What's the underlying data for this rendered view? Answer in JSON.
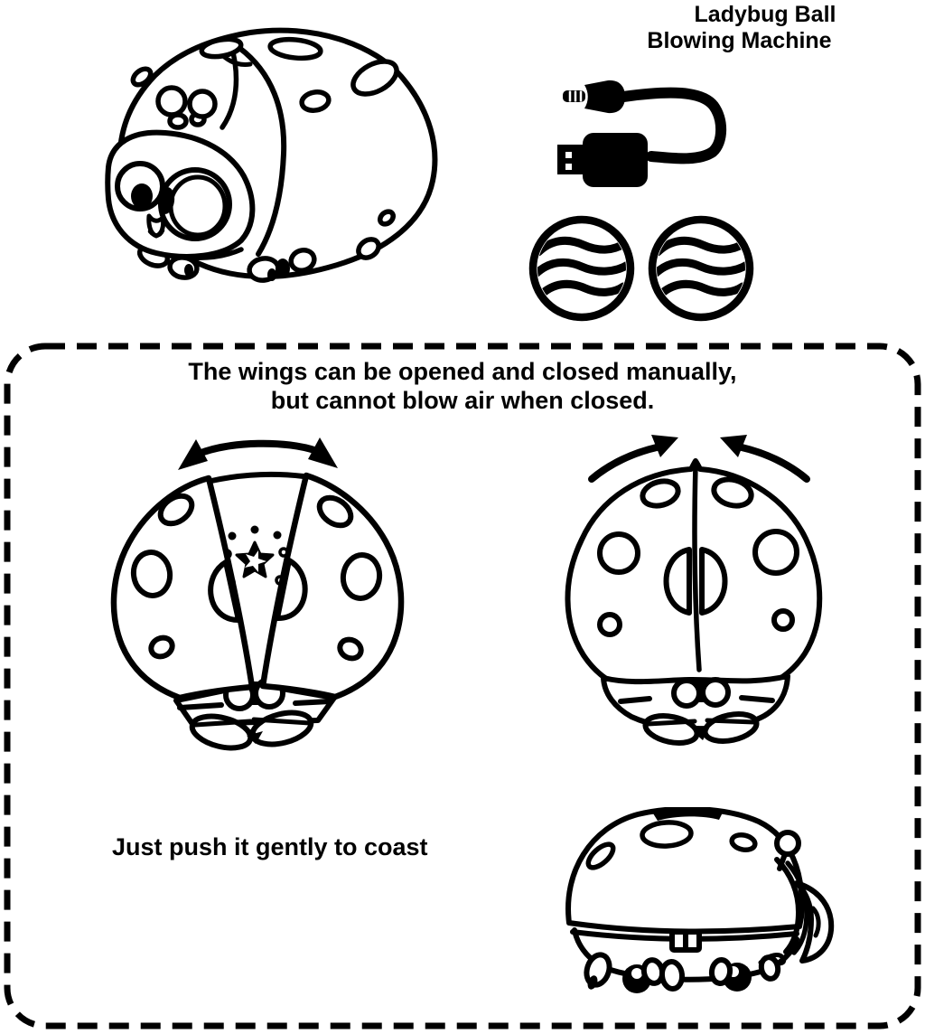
{
  "title": {
    "line1": "Ladybug Ball",
    "line2": "Blowing Machine"
  },
  "panel": {
    "wings_note_line1": "The wings can be opened and closed manually,",
    "wings_note_line2": "but cannot blow air when closed.",
    "coast_note": "Just push it gently to coast"
  },
  "illustrations": {
    "product": "cartoon-ladybug-toy-three-quarter-view",
    "cable": "usb-charging-cable",
    "balls": "two-wavy-striped-balls",
    "wings_open": "ladybug-top-view-wings-open-with-fan",
    "wings_closed": "ladybug-top-view-wings-closed",
    "coast": "ladybug-side-rear-view"
  },
  "colors": {
    "ink": "#000000",
    "paper": "#ffffff"
  }
}
